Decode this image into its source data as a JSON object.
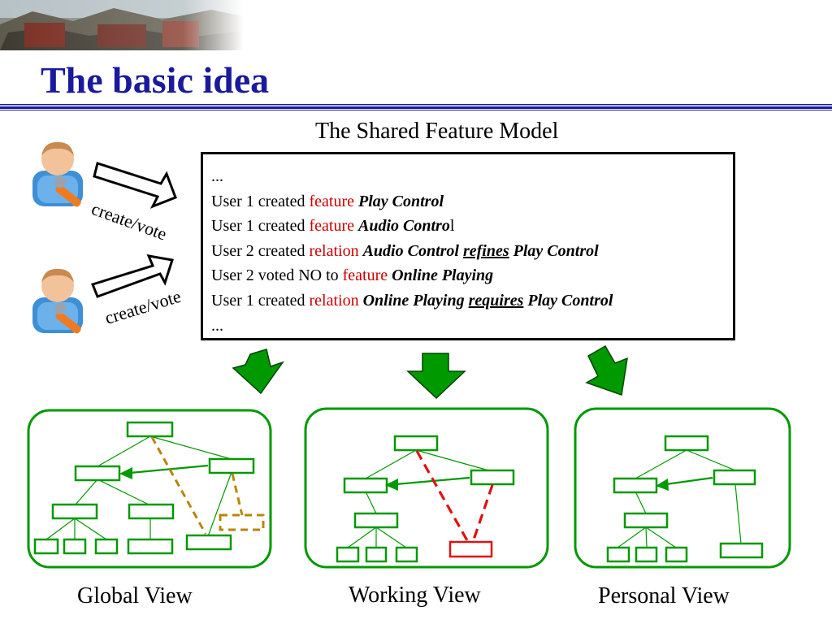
{
  "slide": {
    "title": "The basic idea"
  },
  "model": {
    "caption": "The Shared Feature Model",
    "log": [
      {
        "parts": [
          {
            "t": "...",
            "s": "plain"
          }
        ]
      },
      {
        "parts": [
          {
            "t": "User 1 created ",
            "s": "plain"
          },
          {
            "t": "feature ",
            "s": "kw"
          },
          {
            "t": "Play Control",
            "s": "fname"
          }
        ]
      },
      {
        "parts": [
          {
            "t": "User 1 created ",
            "s": "plain"
          },
          {
            "t": "feature ",
            "s": "kw"
          },
          {
            "t": "Audio Contro",
            "s": "fname"
          },
          {
            "t": "l",
            "s": "plain"
          }
        ]
      },
      {
        "parts": [
          {
            "t": "User 2 created ",
            "s": "plain"
          },
          {
            "t": "relation ",
            "s": "kw"
          },
          {
            "t": "Audio Control ",
            "s": "fname"
          },
          {
            "t": "refines",
            "s": "rel"
          },
          {
            "t": " ",
            "s": "plain"
          },
          {
            "t": "Play Control",
            "s": "fname"
          }
        ]
      },
      {
        "parts": [
          {
            "t": "User 2 voted NO to ",
            "s": "plain"
          },
          {
            "t": "feature ",
            "s": "kw"
          },
          {
            "t": "Online Playing",
            "s": "fname"
          }
        ]
      },
      {
        "parts": [
          {
            "t": "User 1 created ",
            "s": "plain"
          },
          {
            "t": "relation ",
            "s": "kw"
          },
          {
            "t": "Online Playing ",
            "s": "fname"
          },
          {
            "t": "requires",
            "s": "rel"
          },
          {
            "t": " ",
            "s": "plain"
          },
          {
            "t": "Play Control",
            "s": "fname"
          }
        ]
      },
      {
        "parts": [
          {
            "t": "...",
            "s": "plain"
          }
        ]
      }
    ]
  },
  "users": [
    {
      "action_label": "create/vote"
    },
    {
      "action_label": "create/vote"
    }
  ],
  "views": [
    {
      "caption": "Global View"
    },
    {
      "caption": "Working View"
    },
    {
      "caption": "Personal View"
    }
  ],
  "colors": {
    "title": "#1a1a9c",
    "keyword": "#cc0000",
    "tree": "#009900",
    "conflict": "#e01010",
    "global_dashed": "#b8860b",
    "down_arrow": "#008800"
  }
}
